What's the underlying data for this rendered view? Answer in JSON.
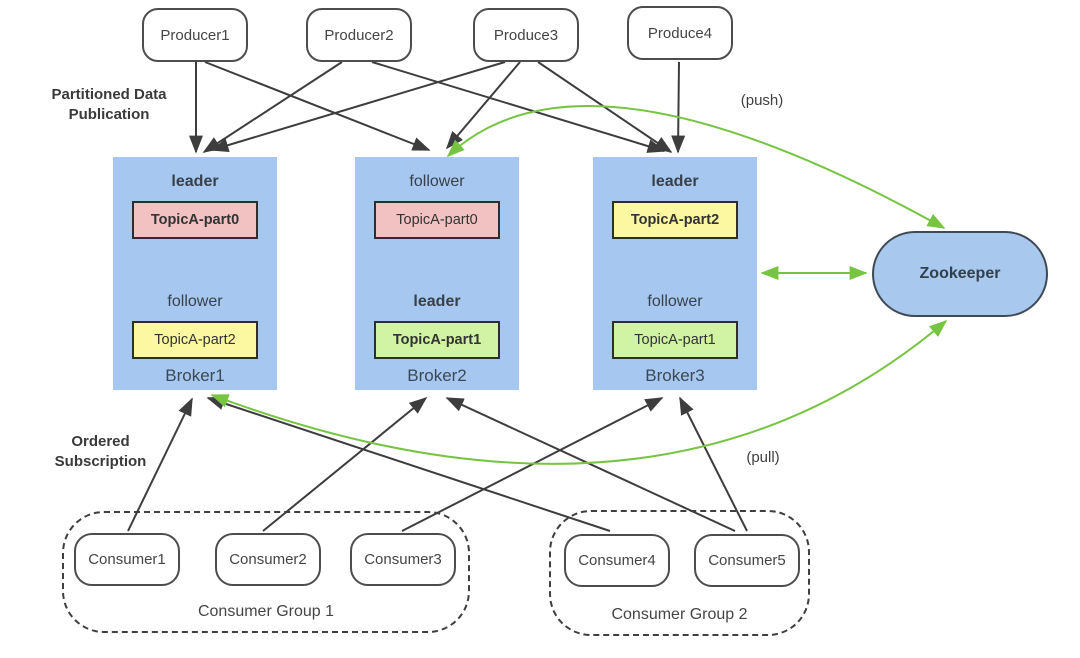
{
  "diagram": {
    "side_labels": {
      "publication": "Partitioned Data Publication",
      "subscription": "Ordered Subscription"
    },
    "flow_labels": {
      "push": "(push)",
      "pull": "(pull)"
    }
  },
  "producers": [
    {
      "label": "Producer1"
    },
    {
      "label": "Producer2"
    },
    {
      "label": "Produce3"
    },
    {
      "label": "Produce4"
    }
  ],
  "brokers": [
    {
      "name": "Broker1",
      "sections": [
        {
          "role": "leader",
          "partition": "TopicA-part0",
          "emphasis": "bold",
          "color": "#f2c1c1"
        },
        {
          "role": "follower",
          "partition": "TopicA-part2",
          "emphasis": "regular",
          "color": "#fcf7a1"
        }
      ]
    },
    {
      "name": "Broker2",
      "sections": [
        {
          "role": "follower",
          "partition": "TopicA-part0",
          "emphasis": "regular",
          "color": "#f2c1c1"
        },
        {
          "role": "leader",
          "partition": "TopicA-part1",
          "emphasis": "bold",
          "color": "#d0f4a4"
        }
      ]
    },
    {
      "name": "Broker3",
      "sections": [
        {
          "role": "leader",
          "partition": "TopicA-part2",
          "emphasis": "bold",
          "color": "#fcf7a1"
        },
        {
          "role": "follower",
          "partition": "TopicA-part1",
          "emphasis": "regular",
          "color": "#d0f4a4"
        }
      ]
    }
  ],
  "zookeeper": {
    "label": "Zookeeper"
  },
  "consumer_groups": [
    {
      "label": "Consumer Group 1",
      "consumers": [
        {
          "label": "Consumer1"
        },
        {
          "label": "Consumer2"
        },
        {
          "label": "Consumer3"
        }
      ]
    },
    {
      "label": "Consumer Group 2",
      "consumers": [
        {
          "label": "Consumer4"
        },
        {
          "label": "Consumer5"
        }
      ]
    }
  ],
  "edges": {
    "producer_to_broker": [
      "Producer1->Broker1",
      "Producer1->Broker2",
      "Producer2->Broker1",
      "Producer2->Broker3",
      "Produce3->Broker1",
      "Produce3->Broker2",
      "Produce3->Broker3",
      "Produce4->Broker3"
    ],
    "consumer_to_broker": [
      "Consumer1->Broker1",
      "Consumer2->Broker2",
      "Consumer3->Broker3",
      "Consumer4->Broker1",
      "Consumer5->Broker2",
      "Consumer5->Broker3"
    ],
    "zookeeper_links": [
      "Broker2<->Zookeeper (push arc)",
      "Broker3<->Zookeeper (straight)",
      "Broker1<->Zookeeper (pull arc)"
    ]
  },
  "colors": {
    "broker_fill": "#a6c8f0",
    "zookeeper_fill": "#a8c8ee",
    "partition_part0": "#f2c1c1",
    "partition_part1": "#d0f4a4",
    "partition_part2": "#fcf7a1",
    "arrow_black": "#3d3d3d",
    "arrow_green": "#76c442"
  }
}
